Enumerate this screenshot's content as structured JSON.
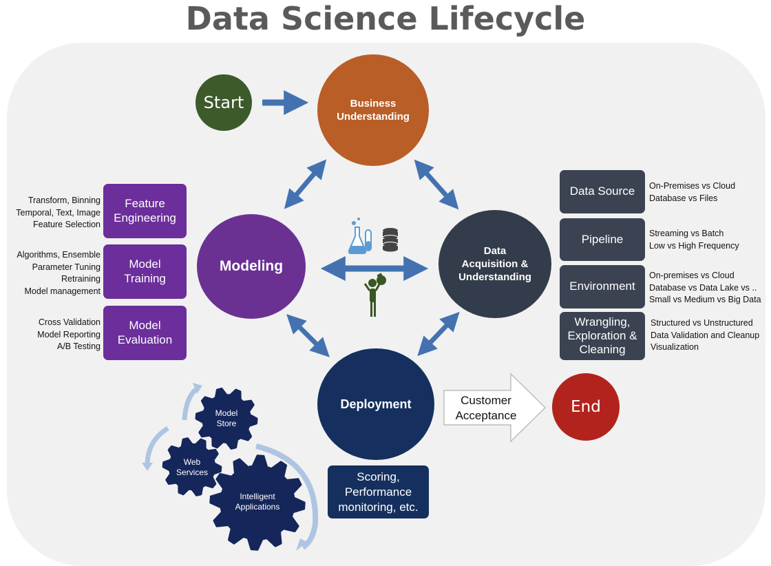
{
  "title": "Data Science Lifecycle",
  "nodes": {
    "start": "Start",
    "business": [
      "Business",
      "Understanding"
    ],
    "acquisition": [
      "Data",
      "Acquisition &",
      "Understanding"
    ],
    "modeling": "Modeling",
    "deployment": "Deployment",
    "end": "End"
  },
  "customer_acceptance": [
    "Customer",
    "Acceptance"
  ],
  "modeling_steps": [
    {
      "label": [
        "Feature",
        "Engineering"
      ],
      "details": [
        "Transform, Binning",
        "Temporal, Text, Image",
        "Feature Selection"
      ]
    },
    {
      "label": [
        "Model",
        "Training"
      ],
      "details": [
        "Algorithms, Ensemble",
        "Parameter Tuning",
        "Retraining",
        "Model management"
      ]
    },
    {
      "label": [
        "Model",
        "Evaluation"
      ],
      "details": [
        "Cross Validation",
        "Model Reporting",
        "A/B Testing"
      ]
    }
  ],
  "acquisition_steps": [
    {
      "label": [
        "Data Source"
      ],
      "details": [
        "On-Premises vs Cloud",
        "Database vs Files"
      ]
    },
    {
      "label": [
        "Pipeline"
      ],
      "details": [
        "Streaming vs Batch",
        "Low vs High Frequency"
      ]
    },
    {
      "label": [
        "Environment"
      ],
      "details": [
        "On-premises vs Cloud",
        "Database vs Data Lake  vs ..",
        "Small vs Medium vs Big Data"
      ]
    },
    {
      "label": [
        "Wrangling,",
        "Exploration &",
        "Cleaning"
      ],
      "details": [
        "Structured vs Unstructured",
        "Data Validation and Cleanup",
        "Visualization"
      ]
    }
  ],
  "deployment_note": [
    "Scoring,",
    "Performance",
    "monitoring, etc."
  ],
  "gears": {
    "model_store": [
      "Model",
      "Store"
    ],
    "web_services": [
      "Web",
      "Services"
    ],
    "intelligent_apps": [
      "Intelligent",
      "Applications"
    ]
  },
  "icons": [
    "flask-icon",
    "database-icon",
    "scientist-icon",
    "gear-icon"
  ],
  "colors": {
    "start": "#3c5a2a",
    "business": "#b95e27",
    "modeling": "#6a3193",
    "acquisition": "#333c4a",
    "deployment": "#15305e",
    "end": "#b2231d",
    "arrow": "#4472b0",
    "purple_box": "#6b2e9a",
    "slate_box": "#3b4352",
    "gear": "#15265a"
  }
}
